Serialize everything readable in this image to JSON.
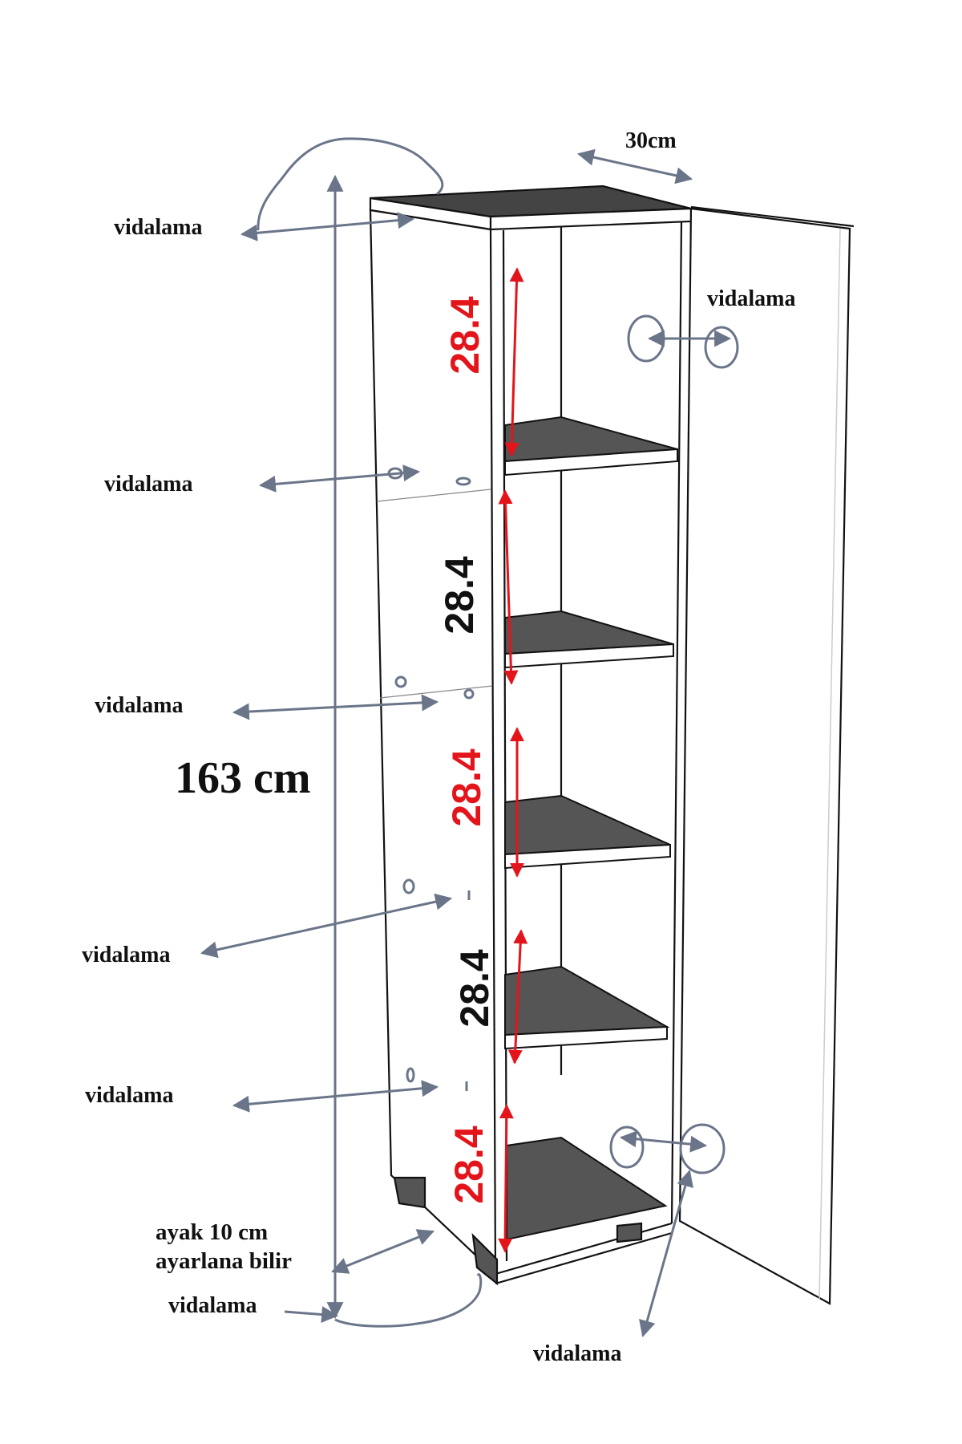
{
  "labels": {
    "width": "30cm",
    "total_height": "163 cm",
    "screw_top_left": "vidalama",
    "screw_top_right": "vidalama",
    "screw_row_1": "vidalama",
    "screw_row_2": "vidalama",
    "screw_row_3": "vidalama",
    "screw_row_4": "vidalama",
    "foot_line_1": "ayak 10 cm",
    "foot_line_2": "ayarlana bilir",
    "screw_bottom_left": "vidalama",
    "screw_bottom_door": "vidalama"
  },
  "shelf_heights": [
    "28.4",
    "28.4",
    "28.4",
    "28.4",
    "28.4"
  ],
  "colors": {
    "line": "#111111",
    "shelf_dark": "#555555",
    "arrow_gray": "#6b7589",
    "dim_red": "#e4141b",
    "dim_black": "#111111"
  }
}
